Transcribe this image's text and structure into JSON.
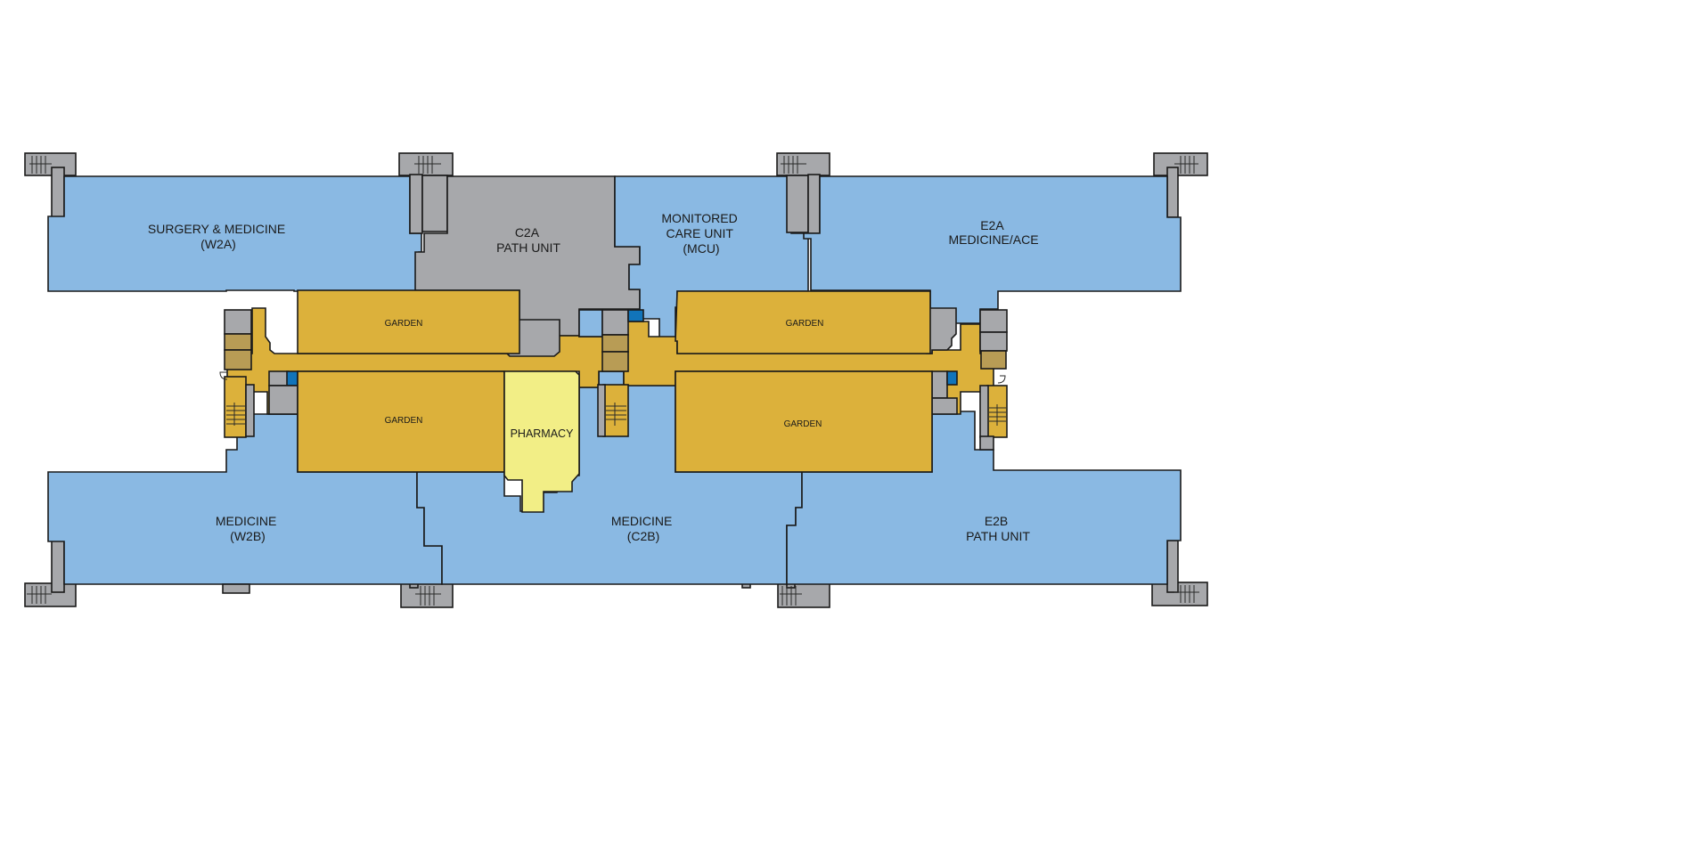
{
  "colors": {
    "unit_blue": "#8ab9e3",
    "path_gray": "#a7a8ab",
    "garden_gold": "#dcb13b",
    "pharmacy_yellow": "#f2ee86",
    "stair_tan": "#b89c55",
    "utility_blue": "#1174ba",
    "outline": "#1a1a1a",
    "background": "#ffffff"
  },
  "units": {
    "w2a": {
      "line1": "SURGERY & MEDICINE",
      "line2": "(W2A)"
    },
    "c2a": {
      "line1": "C2A",
      "line2": "PATH UNIT"
    },
    "mcu": {
      "line1": "MONITORED",
      "line2": "CARE UNIT",
      "line3": "(MCU)"
    },
    "e2a": {
      "line1": "E2A",
      "line2": "MEDICINE/ACE"
    },
    "w2b": {
      "line1": "MEDICINE",
      "line2": "(W2B)"
    },
    "c2b": {
      "line1": "MEDICINE",
      "line2": "(C2B)"
    },
    "e2b": {
      "line1": "E2B",
      "line2": "PATH UNIT"
    }
  },
  "gardens": {
    "nw": "GARDEN",
    "sw": "GARDEN",
    "ne": "GARDEN",
    "se": "GARDEN"
  },
  "pharmacy": {
    "label": "PHARMACY"
  }
}
